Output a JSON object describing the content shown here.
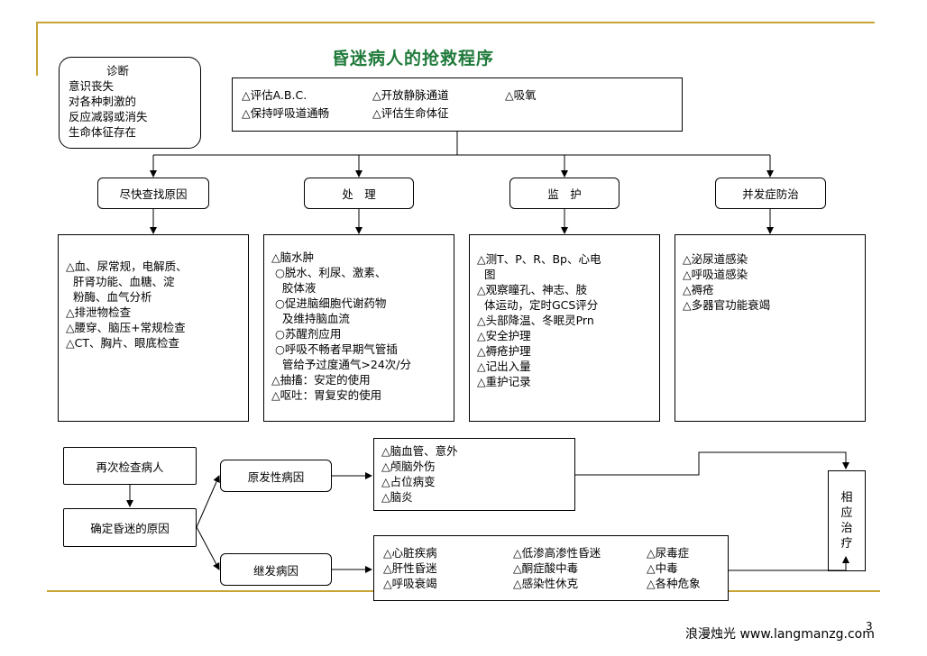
{
  "title": "昏迷病人的抢救程序",
  "diagnosis": {
    "heading": "诊断",
    "lines": [
      "意识丧失",
      "对各种刺激的",
      "反应减弱或消失",
      "生命体征存在"
    ]
  },
  "initial_steps": {
    "row1": [
      "△评估A.B.C.",
      "△开放静脉通道",
      "△吸氧"
    ],
    "row2": [
      "△保持呼吸道通畅",
      "△评估生命体征"
    ]
  },
  "categories": [
    "尽快查找原因",
    "处　理",
    "监　护",
    "并发症防治"
  ],
  "details": {
    "causes": [
      "△血、尿常规，电解质、",
      "  肝肾功能、血糖、淀",
      "  粉酶、血气分析",
      "△排泄物检查",
      "△腰穿、脑压+常规检查",
      "△CT、胸片、眼底检查"
    ],
    "treatment": [
      "△脑水肿",
      " ○脱水、利尿、激素、",
      "   胶体液",
      " ○促进脑细胞代谢药物",
      "   及维持脑血流",
      " ○苏醒剂应用",
      " ○呼吸不畅者早期气管插",
      "   管给予过度通气>24次/分",
      "△抽搐：安定的使用",
      "△呕吐：胃复安的使用"
    ],
    "monitoring": [
      "△测T、P、R、Bp、心电",
      "  图",
      "△观察瞳孔、神志、肢",
      "  体运动，定时GCS评分",
      "△头部降温、冬眠灵Prn",
      "△安全护理",
      "△褥疮护理",
      "△记出入量",
      "△重护记录"
    ],
    "complications": [
      "△泌尿道感染",
      "△呼吸道感染",
      "△褥疮",
      "△多器官功能衰竭"
    ]
  },
  "recheck": "再次检查病人",
  "determine": "确定昏迷的原因",
  "primary": "原发性病因",
  "secondary": "继发病因",
  "primary_list": [
    "△脑血管、意外",
    "△颅脑外伤",
    "△占位病变",
    "△脑炎"
  ],
  "secondary_list": [
    "△心脏疾病",
    "△低渗高渗性昏迷",
    "△尿毒症",
    "△肝性昏迷",
    "△酮症酸中毒",
    "△中毒",
    "△呼吸衰竭",
    "△感染性休克",
    "△各种危象"
  ],
  "treatment_end": [
    "相",
    "应",
    "治",
    "疗"
  ],
  "footer": "浪漫烛光 www.langmanzg.com",
  "page_number": "3"
}
